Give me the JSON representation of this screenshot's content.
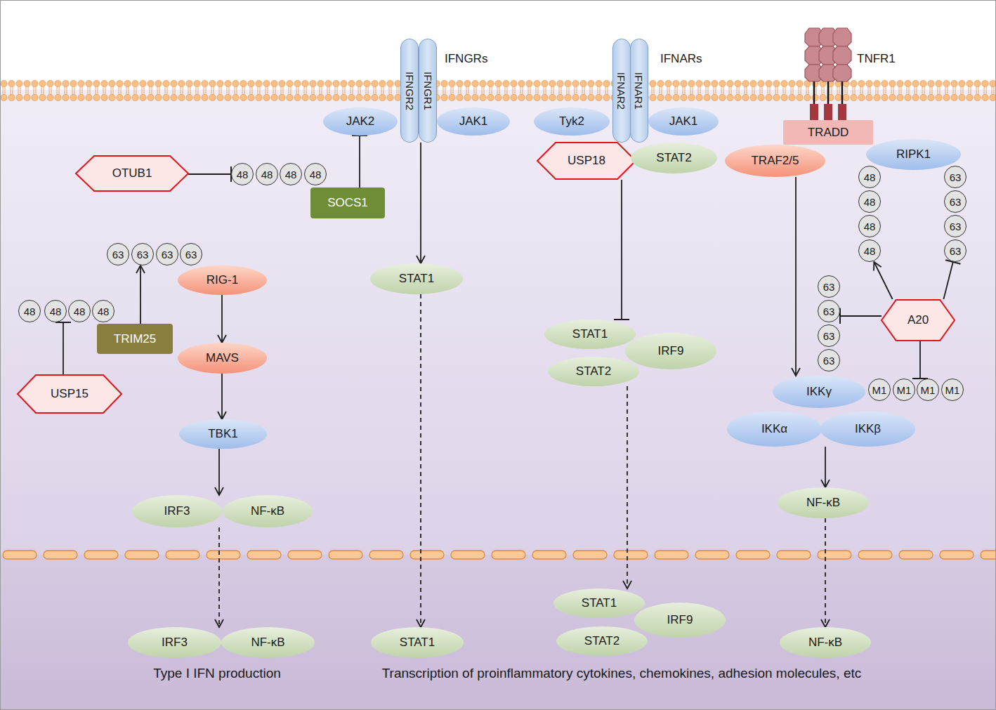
{
  "diagram": {
    "nodes": [
      {
        "text": [
          "IFNGR2"
        ]
      },
      {
        "text": [
          "IFNGR1"
        ]
      },
      {
        "text": [
          "IFNAR2"
        ]
      },
      {
        "text": [
          "IFNAR1"
        ]
      },
      {
        "text": [
          "JAK2"
        ]
      },
      {
        "text": [
          "JAK1"
        ]
      },
      {
        "text": [
          "Tyk2"
        ]
      },
      {
        "text": [
          "JAK1"
        ]
      },
      {
        "text": [
          "TRADD"
        ]
      },
      {
        "text": [
          "RIPK1"
        ]
      },
      {
        "text": [
          "OTUB1"
        ]
      },
      {
        "text": [
          "48"
        ]
      },
      {
        "text": [
          "48"
        ]
      },
      {
        "text": [
          "48"
        ]
      },
      {
        "text": [
          "48"
        ]
      },
      {
        "text": [
          "USP18"
        ]
      },
      {
        "text": [
          "STAT2"
        ]
      },
      {
        "text": [
          "TRAF2/5"
        ]
      },
      {
        "text": [
          "SOCS1"
        ]
      },
      {
        "text": [
          "48"
        ]
      },
      {
        "text": [
          "48"
        ]
      },
      {
        "text": [
          "48"
        ]
      },
      {
        "text": [
          "48"
        ]
      },
      {
        "text": [
          "63"
        ]
      },
      {
        "text": [
          "63"
        ]
      },
      {
        "text": [
          "63"
        ]
      },
      {
        "text": [
          "63"
        ]
      },
      {
        "text": [
          "63"
        ]
      },
      {
        "text": [
          "63"
        ]
      },
      {
        "text": [
          "63"
        ]
      },
      {
        "text": [
          "63"
        ]
      },
      {
        "text": [
          "RIG-1"
        ]
      },
      {
        "text": [
          "STAT1"
        ]
      },
      {
        "text": [
          "48"
        ]
      },
      {
        "text": [
          "48"
        ]
      },
      {
        "text": [
          "48"
        ]
      },
      {
        "text": [
          "48"
        ]
      },
      {
        "text": [
          "TRIM25"
        ]
      },
      {
        "text": [
          "MAVS"
        ]
      },
      {
        "text": [
          "USP15"
        ]
      },
      {
        "text": [
          "63"
        ]
      },
      {
        "text": [
          "63"
        ]
      },
      {
        "text": [
          "63"
        ]
      },
      {
        "text": [
          "63"
        ]
      },
      {
        "text": [
          "A20"
        ]
      },
      {
        "text": [
          "STAT1"
        ]
      },
      {
        "text": [
          "IRF9"
        ]
      },
      {
        "text": [
          "STAT2"
        ]
      },
      {
        "text": [
          "IKKγ"
        ]
      },
      {
        "text": [
          "M1"
        ]
      },
      {
        "text": [
          "M1"
        ]
      },
      {
        "text": [
          "M1"
        ]
      },
      {
        "text": [
          "M1"
        ]
      },
      {
        "text": [
          "IKKα"
        ]
      },
      {
        "text": [
          "IKKβ"
        ]
      },
      {
        "text": [
          "TBK1"
        ]
      },
      {
        "text": [
          "IRF3"
        ]
      },
      {
        "text": [
          "NF-κB"
        ]
      },
      {
        "text": [
          "NF-κB"
        ]
      },
      {
        "text": [
          "IRF3"
        ]
      },
      {
        "text": [
          "NF-κB"
        ]
      },
      {
        "text": [
          "STAT1"
        ]
      },
      {
        "text": [
          "STAT1"
        ]
      },
      {
        "text": [
          "IRF9"
        ]
      },
      {
        "text": [
          "STAT2"
        ]
      },
      {
        "text": [
          "NF-κB"
        ]
      }
    ],
    "edges": [
      {
        "from": 10,
        "to": 11,
        "arrow": "to"
      },
      {
        "from": 18,
        "to": 4,
        "arrow": "to"
      },
      {
        "from": 1,
        "to": 32,
        "arrow": "to"
      },
      {
        "from": 32,
        "to": 61,
        "arrow": "to"
      },
      {
        "from": 15,
        "to": 45,
        "arrow": "to"
      },
      {
        "from": 47,
        "to": 62,
        "arrow": "to"
      },
      {
        "from": 37,
        "to": 28,
        "arrow": "to"
      },
      {
        "from": 39,
        "to": 34,
        "arrow": "to"
      },
      {
        "from": 31,
        "to": 38,
        "arrow": "to"
      },
      {
        "from": 38,
        "to": 55,
        "arrow": "to"
      },
      {
        "from": 55,
        "to": 56,
        "arrow": "to"
      },
      {
        "from": 56,
        "to": 59,
        "arrow": "to"
      },
      {
        "from": 17,
        "to": 48,
        "arrow": "to"
      },
      {
        "from": 44,
        "to": 22,
        "arrow": "to"
      },
      {
        "from": 44,
        "to": 26,
        "arrow": "to"
      },
      {
        "from": 44,
        "to": 41,
        "arrow": "to"
      },
      {
        "from": 44,
        "to": 51,
        "arrow": "to"
      },
      {
        "from": 54,
        "to": 58,
        "arrow": "to"
      },
      {
        "from": 58,
        "to": 65,
        "arrow": "to"
      }
    ],
    "labels": [
      "IFNGRs",
      "IFNARs",
      "TNFR1",
      "Type I IFN production",
      "Transcription of proinflammatory cytokines, chemokines, adhesion molecules, etc"
    ]
  }
}
